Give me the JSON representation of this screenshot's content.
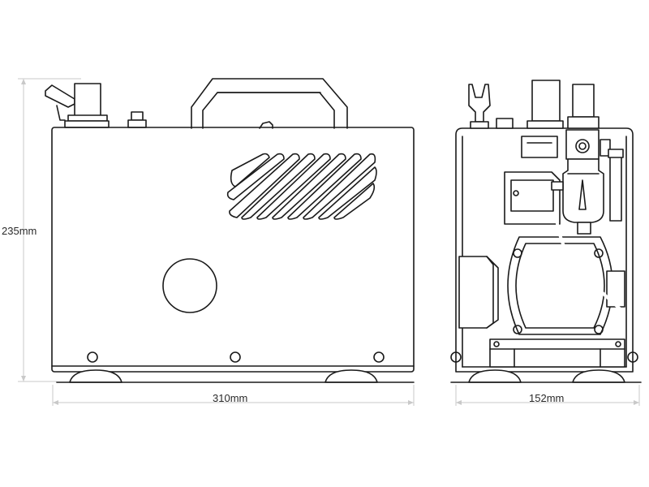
{
  "dimensions": {
    "height_label": "235mm",
    "width_label": "310mm",
    "depth_label": "152mm"
  },
  "colors": {
    "line": "#1a1a1a",
    "dimension_line": "#c9c9c9",
    "background": "#ffffff"
  }
}
